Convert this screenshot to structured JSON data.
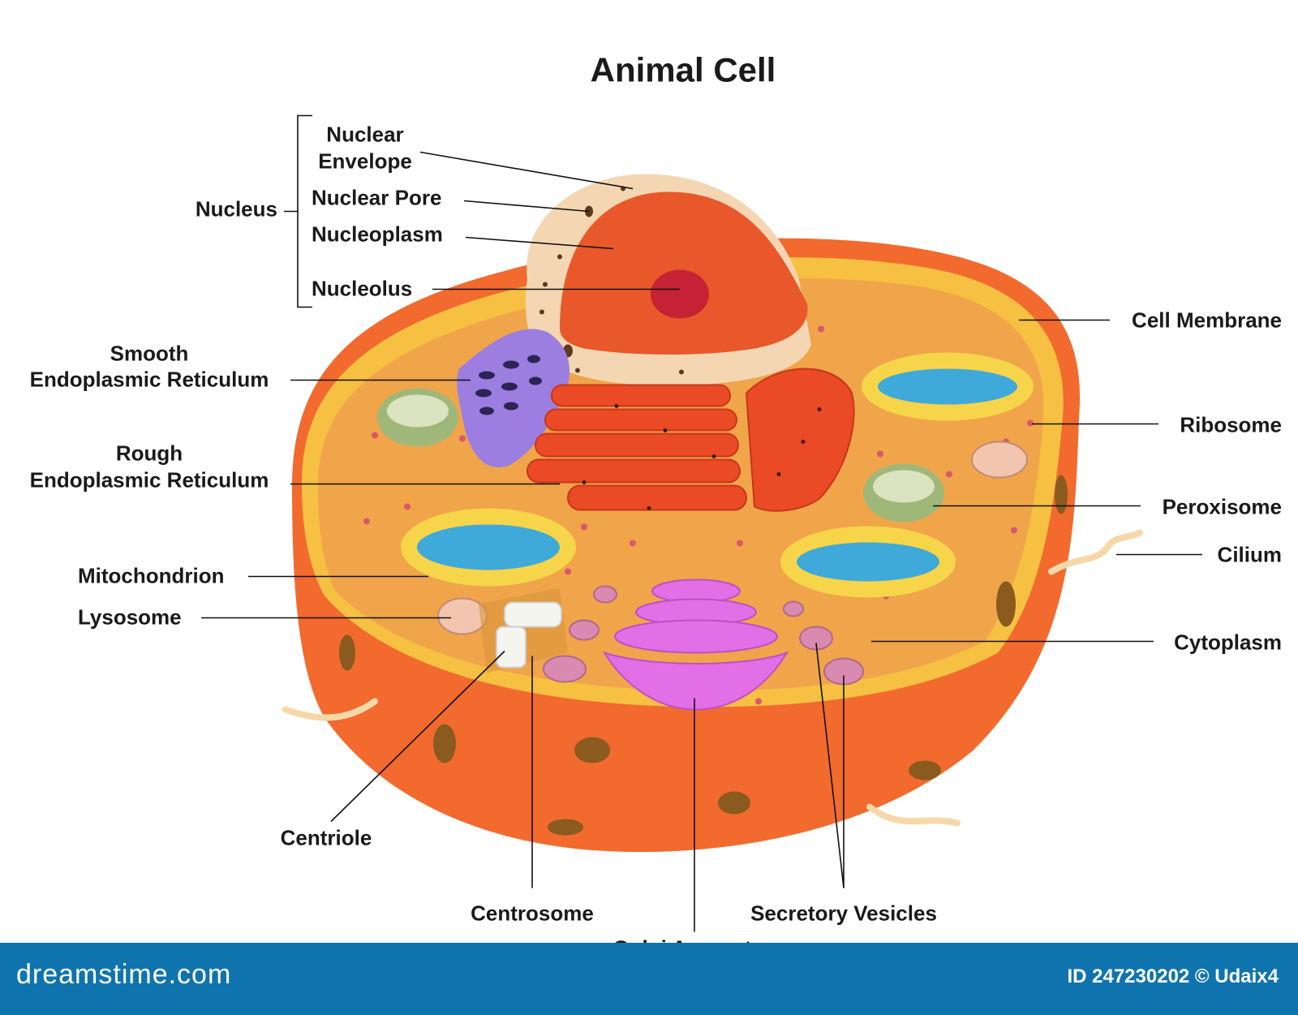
{
  "title": "Animal Cell",
  "labels": {
    "nucleus": "Nucleus",
    "nuclear_envelope_1": "Nuclear",
    "nuclear_envelope_2": "Envelope",
    "nuclear_pore": "Nuclear Pore",
    "nucleoplasm": "Nucleoplasm",
    "nucleolus": "Nucleolus",
    "smooth_er_1": "Smooth",
    "smooth_er_2": "Endoplasmic Reticulum",
    "rough_er_1": "Rough",
    "rough_er_2": "Endoplasmic Reticulum",
    "mitochondrion": "Mitochondrion",
    "lysosome": "Lysosome",
    "centriole": "Centriole",
    "centrosome": "Centrosome",
    "golgi": "Golgi Apparatus",
    "secretory_vesicles": "Secretory Vesicles",
    "cell_membrane": "Cell Membrane",
    "ribosome": "Ribosome",
    "peroxisome": "Peroxisome",
    "cilium": "Cilium",
    "cytoplasm": "Cytoplasm"
  },
  "footer": {
    "brand": "dreamstime.com",
    "credit": "ID 247230202 © Udaix4"
  },
  "colors": {
    "cell_outer": "#f26a2e",
    "cell_rim": "#f6c043",
    "cytoplasm": "#f0a54a",
    "nucleus_envelope": "#f4d6b2",
    "nucleoplasm": "#e8582a",
    "nucleolus": "#c52235",
    "rough_er": "#ea4a25",
    "smooth_er": "#9b7ee0",
    "golgi": "#e36fe6",
    "mitochondrion_outer": "#f7d54a",
    "mitochondrion_inner": "#3fa9d9",
    "peroxisome": "#9fb87a",
    "footer": "#0f74ae"
  }
}
